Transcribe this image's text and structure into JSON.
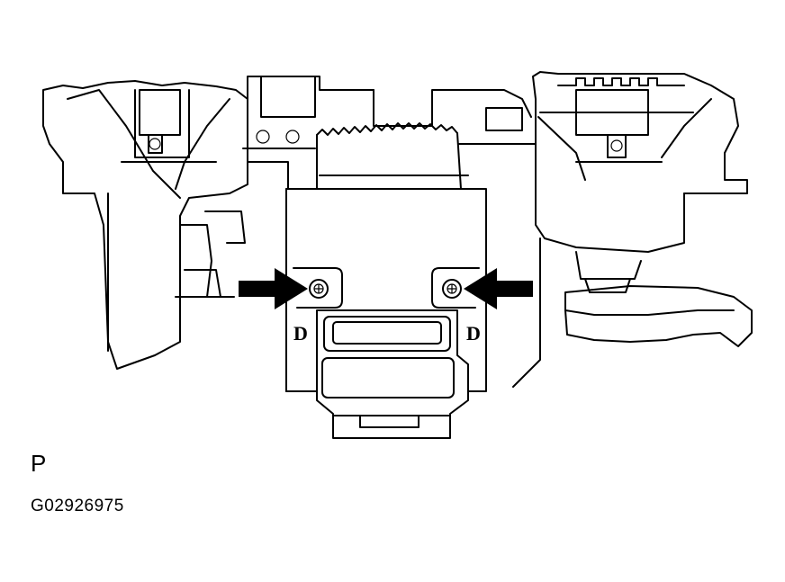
{
  "diagram": {
    "left_mark": "D",
    "right_mark": "D",
    "view_label": "P",
    "figure_code": "G02926975",
    "colors": {
      "ink": "#000000",
      "paper": "#ffffff"
    }
  }
}
